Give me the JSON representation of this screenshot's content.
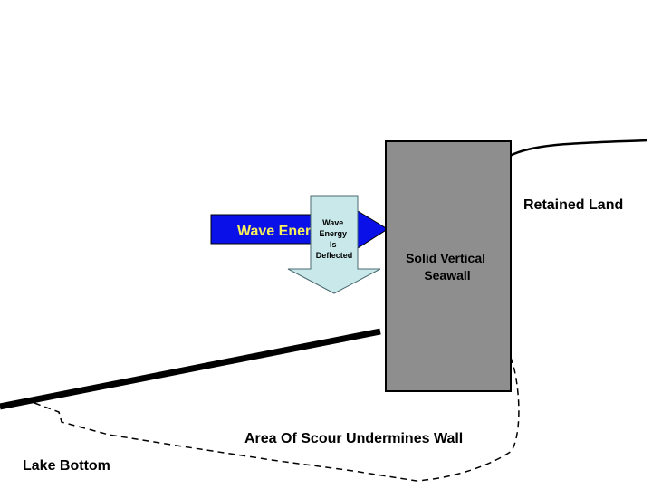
{
  "colors": {
    "background": "#ffffff",
    "wave_arrow_fill": "#0a10e8",
    "wave_arrow_text": "#f7f05a",
    "deflect_arrow_fill": "#c8e8ea",
    "deflect_arrow_stroke": "#4a6a70",
    "seawall_fill": "#8e8e8e",
    "seawall_stroke": "#000000",
    "line": "#000000"
  },
  "wave_energy_arrow": {
    "label": "Wave Energy",
    "icon": "right-arrow-icon"
  },
  "deflected_arrow": {
    "lines": [
      "Wave",
      "Energy",
      "Is",
      "Deflected"
    ],
    "icon": "down-arrow-icon"
  },
  "seawall": {
    "lines": [
      "Solid Vertical",
      "Seawall"
    ]
  },
  "labels": {
    "retained_land": "Retained Land",
    "scour_area": "Area Of Scour Undermines Wall",
    "lake_bottom": "Lake Bottom"
  }
}
